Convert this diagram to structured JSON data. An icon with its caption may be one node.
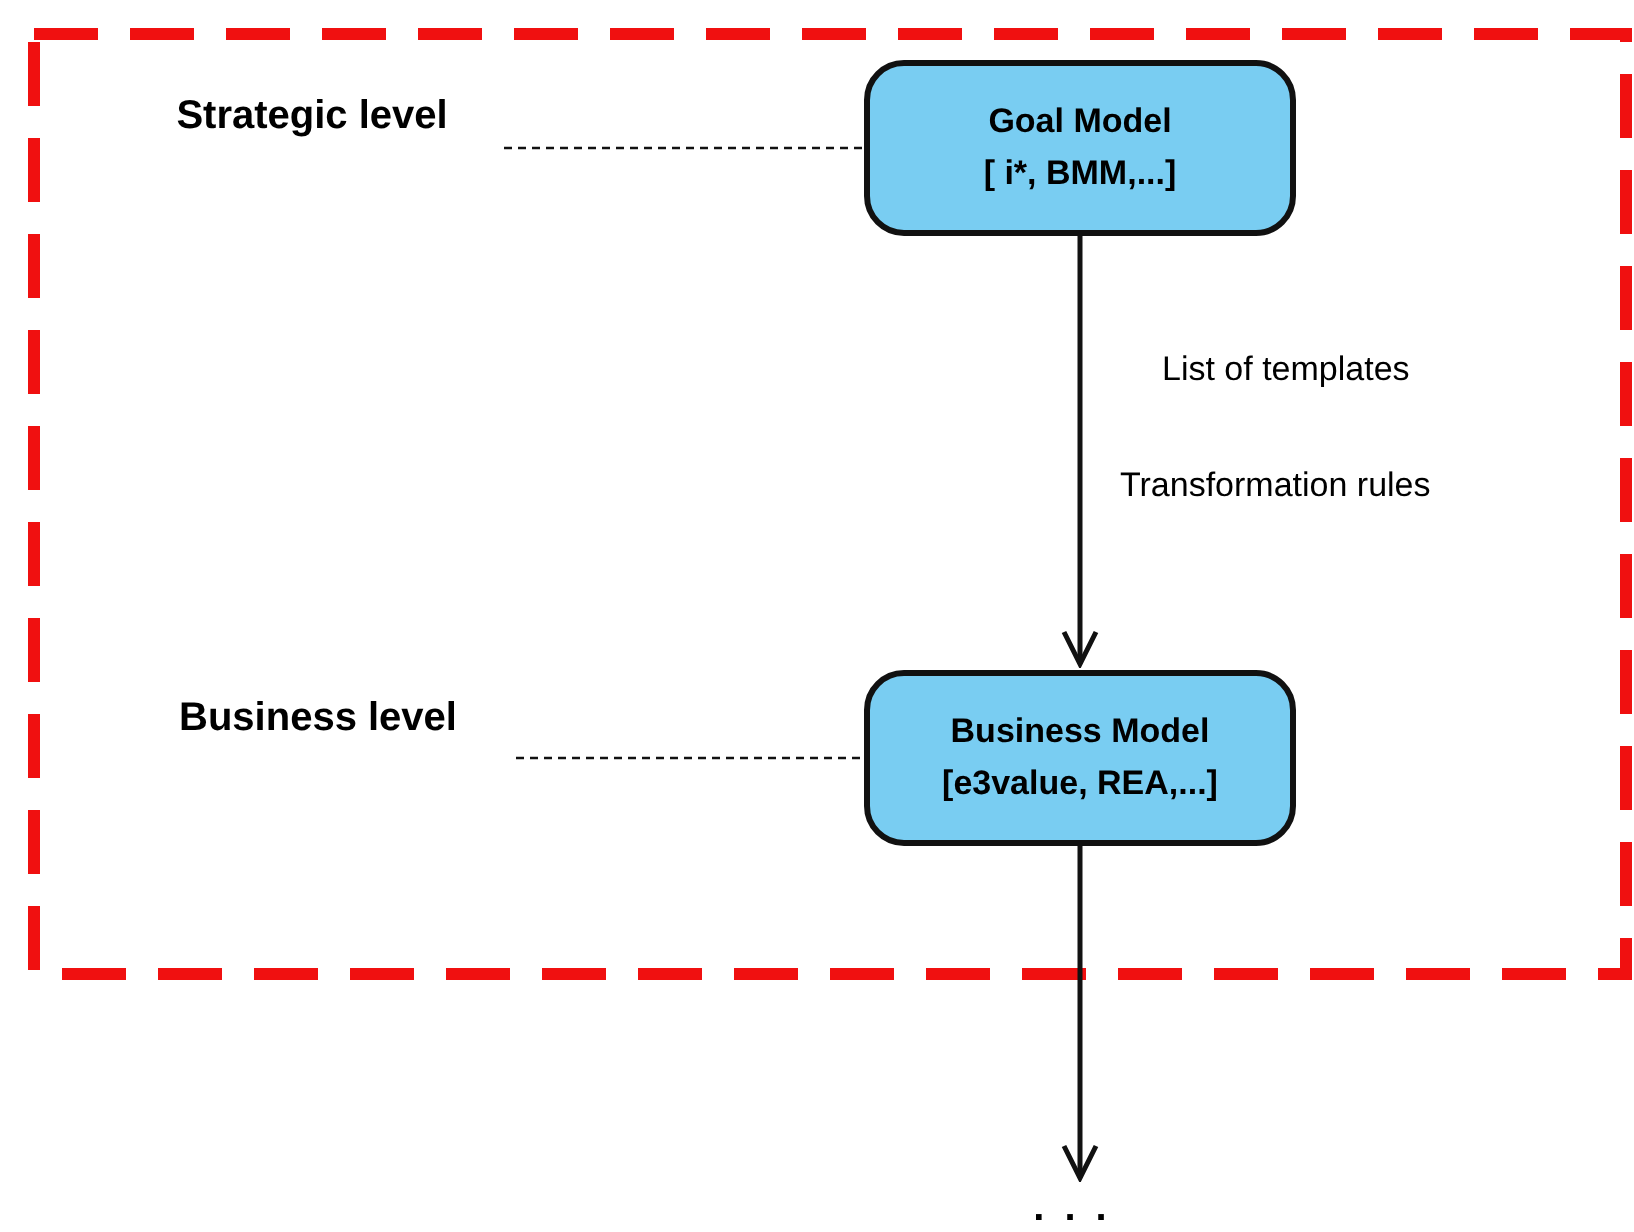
{
  "diagram": {
    "nodes": [
      {
        "text": [
          "Strategic level"
        ]
      },
      {
        "text": [
          "Goal Model",
          "[ i*, BMM,...]"
        ]
      },
      {
        "text": [
          "Business level"
        ]
      },
      {
        "text": [
          "Business Model",
          "[e3value, REA,...]"
        ]
      },
      {
        "text": [
          "..."
        ]
      }
    ],
    "edges": [
      {
        "from": 0,
        "to": 1,
        "arrow": "none",
        "style": "dashed"
      },
      {
        "from": 1,
        "to": 3,
        "arrow": "to"
      },
      {
        "from": 2,
        "to": 3,
        "arrow": "none",
        "style": "dashed"
      },
      {
        "from": 3,
        "to": 4,
        "arrow": "to"
      }
    ],
    "labels": [
      "List of templates",
      "Transformation rules"
    ]
  }
}
